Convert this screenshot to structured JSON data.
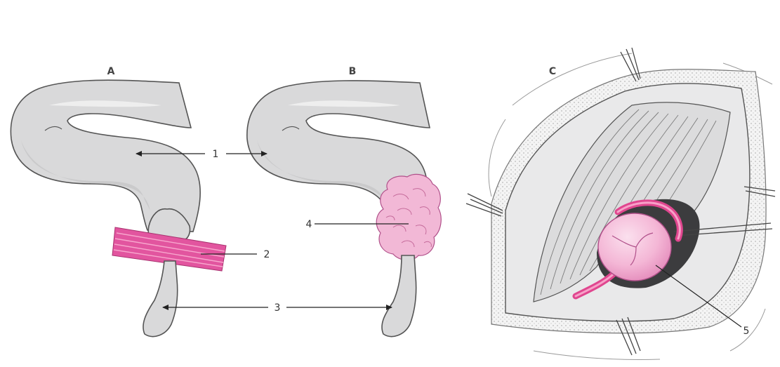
{
  "panels": {
    "a": {
      "label": "A"
    },
    "b": {
      "label": "B"
    },
    "c": {
      "label": "C"
    }
  },
  "callouts": {
    "c1": "1",
    "c2": "2",
    "c3": "3",
    "c4": "4",
    "c5": "5"
  },
  "colors": {
    "tissue": "#d9d9da",
    "outline": "#555555",
    "band": "#e2559f",
    "mass": "#f2b8d6",
    "ovary": "#ef9fc8",
    "vessel": "#e0468f"
  }
}
